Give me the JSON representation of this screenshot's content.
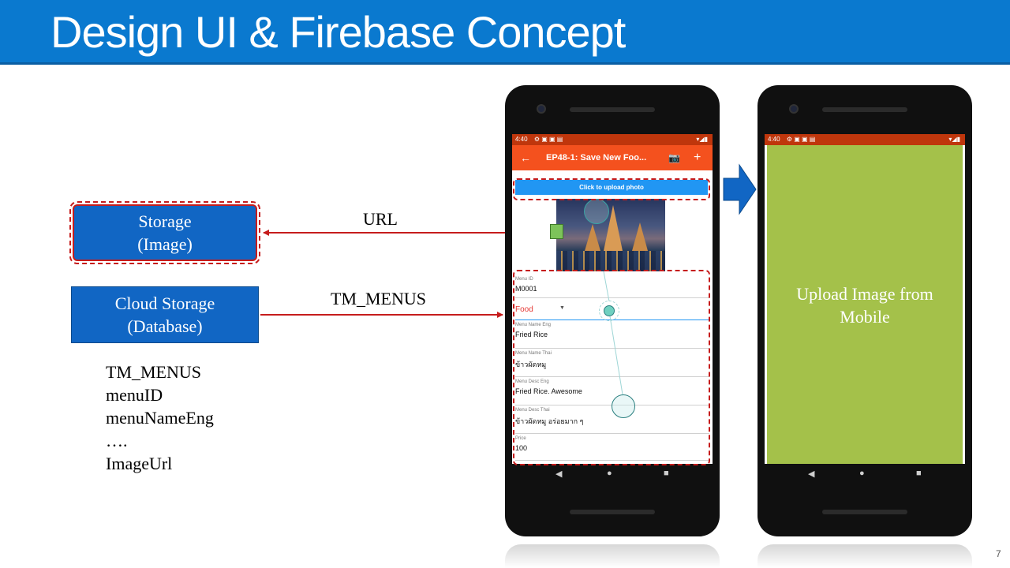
{
  "slide": {
    "title": "Design UI & Firebase Concept",
    "page_number": "7"
  },
  "boxes": {
    "storage": {
      "line1": "Storage",
      "line2": "(Image)"
    },
    "cloud": {
      "line1": "Cloud Storage",
      "line2": "(Database)"
    }
  },
  "arrows": {
    "url_label": "URL",
    "menus_label": "TM_MENUS"
  },
  "fields_list": [
    "TM_MENUS",
    "menuID",
    "menuNameEng",
    "….",
    "ImageUrl"
  ],
  "phone1": {
    "status_time": "4:40",
    "app_title": "EP48-1: Save New Foo...",
    "upload_button": "Click to upload photo",
    "form": [
      {
        "label": "Menu ID",
        "value": "M0001"
      },
      {
        "label": "",
        "value": "Food"
      },
      {
        "label": "Menu Name Eng",
        "value": "Fried Rice"
      },
      {
        "label": "Menu Name Thai",
        "value": "ข้าวผัดหมู"
      },
      {
        "label": "Menu Desc Eng",
        "value": "Fried Rice. Awesome"
      },
      {
        "label": "Menu Desc Thai",
        "value": "ข้าวผัดหมู อร่อยมาก ๆ"
      },
      {
        "label": "Price",
        "value": "100"
      }
    ]
  },
  "phone2": {
    "status_time": "4:40",
    "message_line1": "Upload Image from",
    "message_line2": "Mobile"
  },
  "colors": {
    "title_bar": "#0a79cf",
    "box_blue": "#1166c4",
    "dashed_red": "#c61c1c",
    "app_orange": "#f4511e",
    "green_screen": "#a4c14a"
  }
}
